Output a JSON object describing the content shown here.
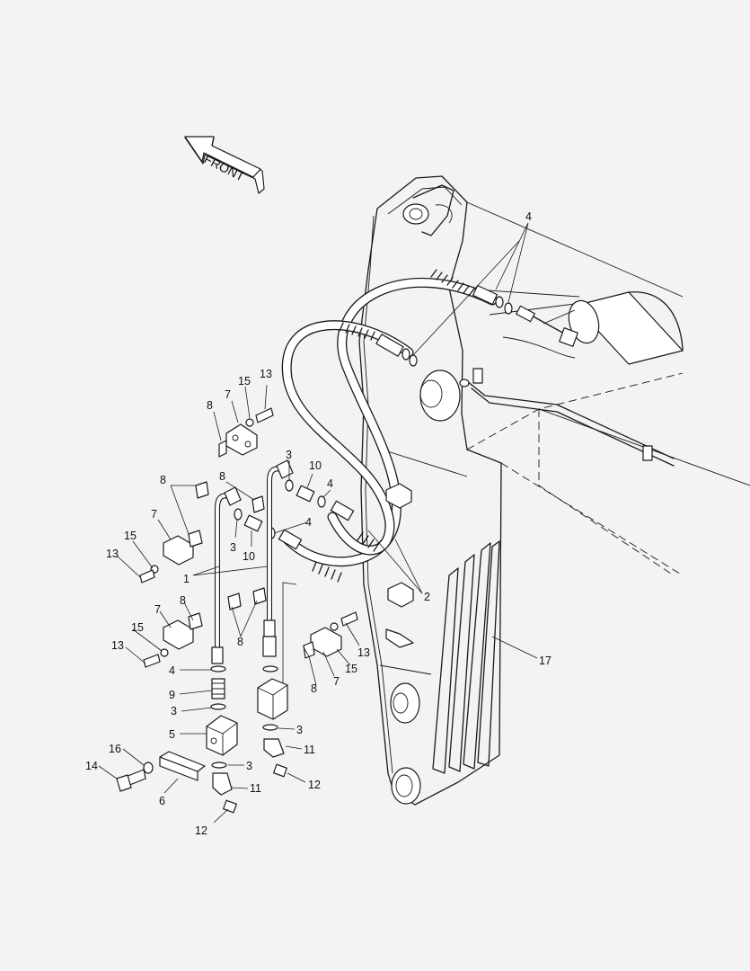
{
  "diagram": {
    "front_label": "FRONT",
    "callouts": [
      {
        "id": "c4-top",
        "text": "4"
      },
      {
        "id": "c15-a",
        "text": "15"
      },
      {
        "id": "c13-a",
        "text": "13"
      },
      {
        "id": "c7-a",
        "text": "7"
      },
      {
        "id": "c8-a",
        "text": "8"
      },
      {
        "id": "c3-a",
        "text": "3"
      },
      {
        "id": "c10-a",
        "text": "10"
      },
      {
        "id": "c4-b",
        "text": "4"
      },
      {
        "id": "c8-b",
        "text": "8"
      },
      {
        "id": "c8-c",
        "text": "8"
      },
      {
        "id": "c4-c",
        "text": "4"
      },
      {
        "id": "c7-b",
        "text": "7"
      },
      {
        "id": "c15-b",
        "text": "15"
      },
      {
        "id": "c3-b",
        "text": "3"
      },
      {
        "id": "c10-b",
        "text": "10"
      },
      {
        "id": "c13-b",
        "text": "13"
      },
      {
        "id": "c1",
        "text": "1"
      },
      {
        "id": "c2",
        "text": "2"
      },
      {
        "id": "c8-d",
        "text": "8"
      },
      {
        "id": "c7-c",
        "text": "7"
      },
      {
        "id": "c15-c",
        "text": "15"
      },
      {
        "id": "c8-e",
        "text": "8"
      },
      {
        "id": "c13-c",
        "text": "13"
      },
      {
        "id": "c13-d",
        "text": "13"
      },
      {
        "id": "c15-d",
        "text": "15"
      },
      {
        "id": "c4-d",
        "text": "4"
      },
      {
        "id": "c7-d",
        "text": "7"
      },
      {
        "id": "c8-f",
        "text": "8"
      },
      {
        "id": "c17",
        "text": "17"
      },
      {
        "id": "c9",
        "text": "9"
      },
      {
        "id": "c3-c",
        "text": "3"
      },
      {
        "id": "c5",
        "text": "5"
      },
      {
        "id": "c3-d",
        "text": "3"
      },
      {
        "id": "c11-a",
        "text": "11"
      },
      {
        "id": "c16",
        "text": "16"
      },
      {
        "id": "c3-e",
        "text": "3"
      },
      {
        "id": "c12-a",
        "text": "12"
      },
      {
        "id": "c14",
        "text": "14"
      },
      {
        "id": "c6",
        "text": "6"
      },
      {
        "id": "c11-b",
        "text": "11"
      },
      {
        "id": "c12-b",
        "text": "12"
      }
    ]
  }
}
